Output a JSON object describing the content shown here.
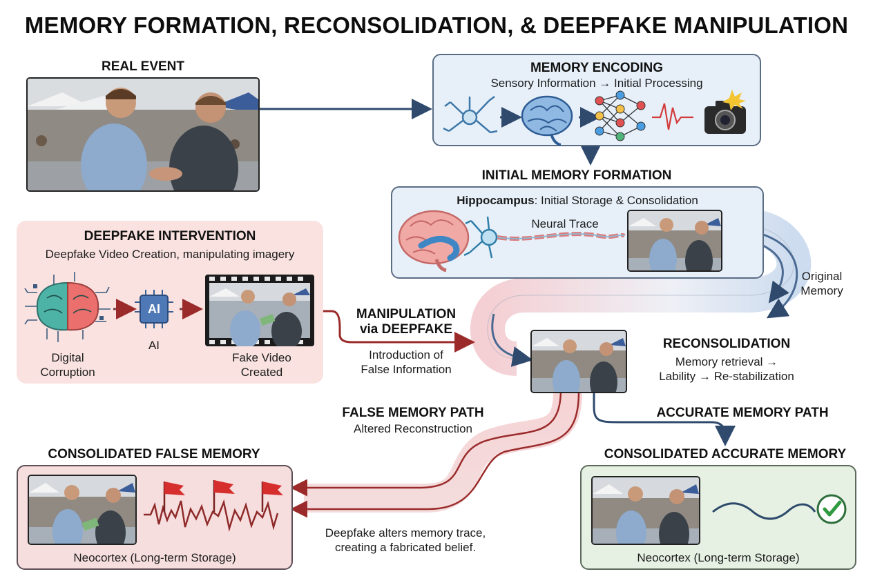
{
  "title": "MEMORY FORMATION, RECONSOLIDATION, & DEEPFAKE MANIPULATION",
  "real_event": {
    "heading": "REAL EVENT"
  },
  "encoding": {
    "heading": "MEMORY ENCODING",
    "subtitle": "Sensory Information → Initial Processing"
  },
  "initial_formation": {
    "heading": "INITIAL MEMORY FORMATION",
    "subtitle_bold": "Hippocampus",
    "subtitle_rest": ": Initial Storage & Consolidation",
    "trace_label": "Neural Trace"
  },
  "original_memory": {
    "line1": "Original",
    "line2": "Memory"
  },
  "deepfake": {
    "heading": "DEEPFAKE INTERVENTION",
    "subtitle": "Deepfake Video Creation, manipulating imagery",
    "chip_text": "AI",
    "corruption_line1": "Digital",
    "corruption_line2": "Corruption",
    "ai_label": "AI",
    "fake_line1": "Fake Video",
    "fake_line2": "Created"
  },
  "manipulation": {
    "line1": "MANIPULATION",
    "line2": "via DEEPFAKE",
    "desc1": "Introduction of",
    "desc2": "False Information"
  },
  "reconsolidation": {
    "heading": "RECONSOLIDATION",
    "line1": "Memory retrieval →",
    "line2": "Lability → Re-stabilization"
  },
  "false_path": {
    "heading": "FALSE MEMORY PATH",
    "subtitle": "Altered Reconstruction"
  },
  "accurate_path": {
    "heading": "ACCURATE MEMORY PATH"
  },
  "false_memory": {
    "heading": "CONSOLIDATED FALSE MEMORY",
    "caption": "Neocortex (Long-term Storage)"
  },
  "accurate_memory": {
    "heading": "CONSOLIDATED ACCURATE MEMORY",
    "caption": "Neocortex (Long-term Storage)"
  },
  "deepfake_note": {
    "line1": "Deepfake alters memory trace,",
    "line2": "creating a fabricated belief."
  },
  "colors": {
    "navy": "#2f4a6d",
    "deepfake_red": "#9b2b2b",
    "blue_panel": "#e7f0f9",
    "pink_panel": "#f7dede",
    "green_panel": "#e6f1e4",
    "check_green": "#2f9a3f"
  }
}
